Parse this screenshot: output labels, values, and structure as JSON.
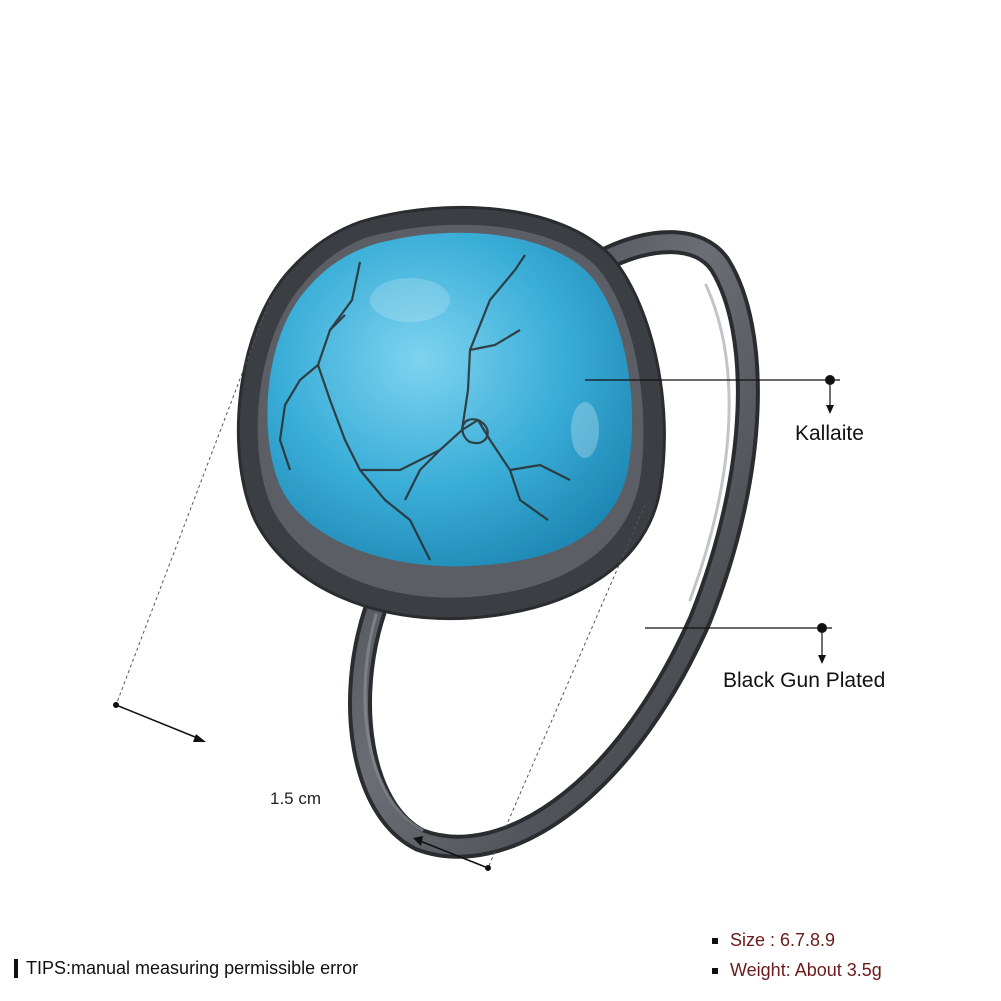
{
  "callouts": {
    "stone_label": "Kallaite",
    "plating_label": "Black Gun Plated",
    "dimension_label": "1.5 cm"
  },
  "tips": {
    "text": "TIPS:manual measuring permissible error"
  },
  "specs": [
    {
      "text": "Size : 6.7.8.9"
    },
    {
      "text": "Weight: About 3.5g"
    }
  ],
  "colors": {
    "stone": "#3aaed8",
    "metal": "#4a4d52",
    "spec_text": "#6a1a1a"
  }
}
